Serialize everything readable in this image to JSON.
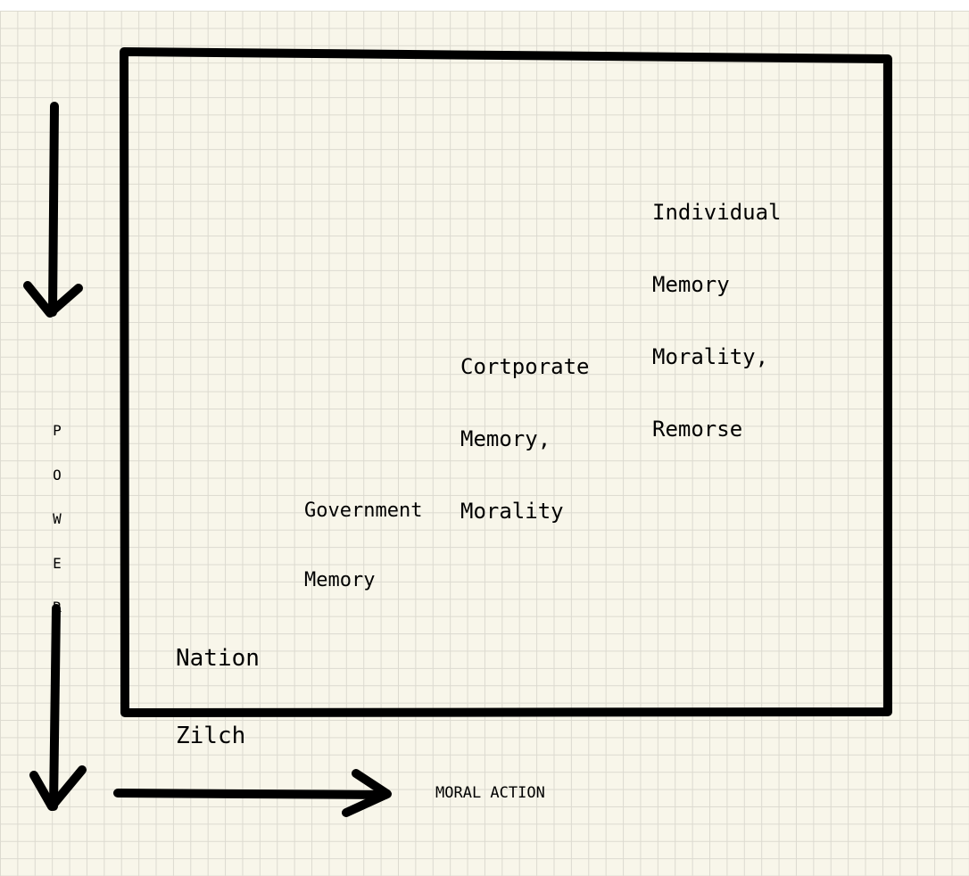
{
  "diagram": {
    "quadrant_labels": {
      "individual": [
        "Individual",
        "Memory",
        "Morality,",
        "Remorse"
      ],
      "corporate": [
        "Cortporate",
        "Memory,",
        "Morality"
      ],
      "government": [
        "Government",
        "Memory"
      ],
      "nation": [
        "Nation",
        "Zilch"
      ]
    },
    "axes": {
      "vertical_label": [
        "P",
        "O",
        "W",
        "E",
        "R"
      ],
      "horizontal_label": "MORAL ACTION"
    },
    "colors": {
      "ink": "#000000",
      "paper": "#f8f6ea",
      "grid": "#dcdad0"
    }
  }
}
